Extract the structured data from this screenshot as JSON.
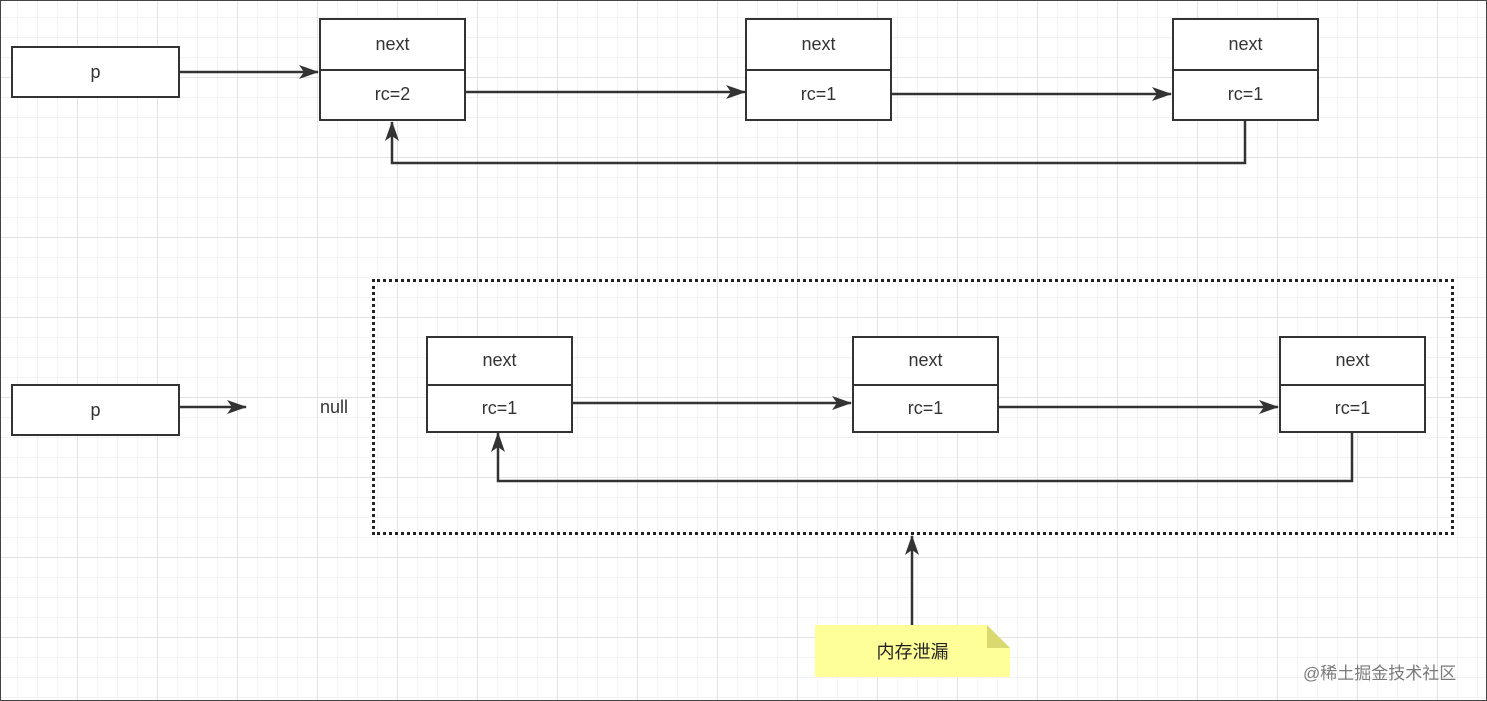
{
  "top_diagram": {
    "pointer_label": "p",
    "nodes": [
      {
        "field": "next",
        "rc": "rc=2"
      },
      {
        "field": "next",
        "rc": "rc=1"
      },
      {
        "field": "next",
        "rc": "rc=1"
      }
    ]
  },
  "bottom_diagram": {
    "pointer_label": "p",
    "null_label": "null",
    "nodes": [
      {
        "field": "next",
        "rc": "rc=1"
      },
      {
        "field": "next",
        "rc": "rc=1"
      },
      {
        "field": "next",
        "rc": "rc=1"
      }
    ],
    "note_label": "内存泄漏"
  },
  "watermark": "@稀土掘金技术社区",
  "colors": {
    "line": "#333333",
    "note_fill": "#ffff99",
    "note_fold": "#d9d970",
    "grid": "#e3e3e3"
  }
}
